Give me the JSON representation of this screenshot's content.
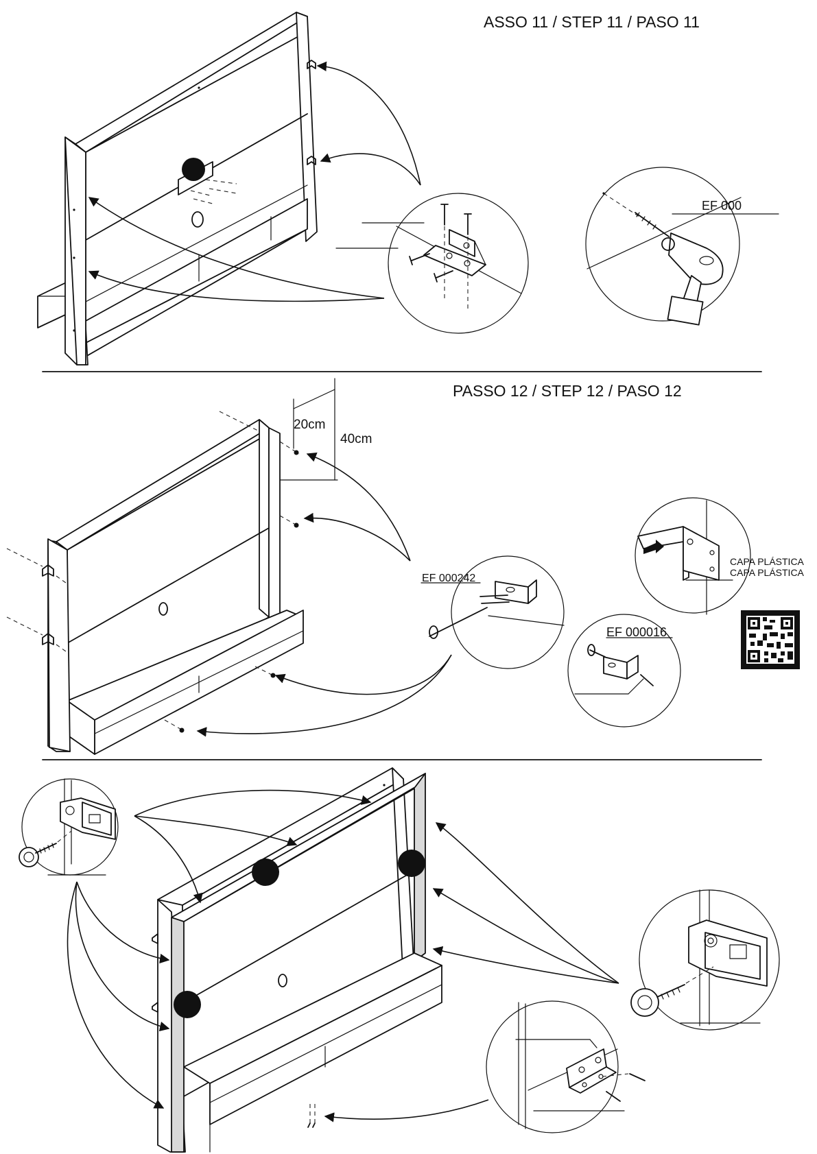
{
  "steps": [
    {
      "title": "ASSO 11 / STEP 11 / PASO 11"
    },
    {
      "title": "PASSO 12 / STEP 12 / PASO 12"
    }
  ],
  "step11": {
    "part_label": "EF 000"
  },
  "step12": {
    "dim_short": "20cm",
    "dim_long": "40cm",
    "part_label_a": "EF 000242",
    "part_label_b": "EF 000016",
    "cap_line1": "CAPA PLÁSTICA",
    "cap_line2": "CAPA PLÁSTICA"
  },
  "qr": {
    "icon": "qr-code-icon"
  }
}
